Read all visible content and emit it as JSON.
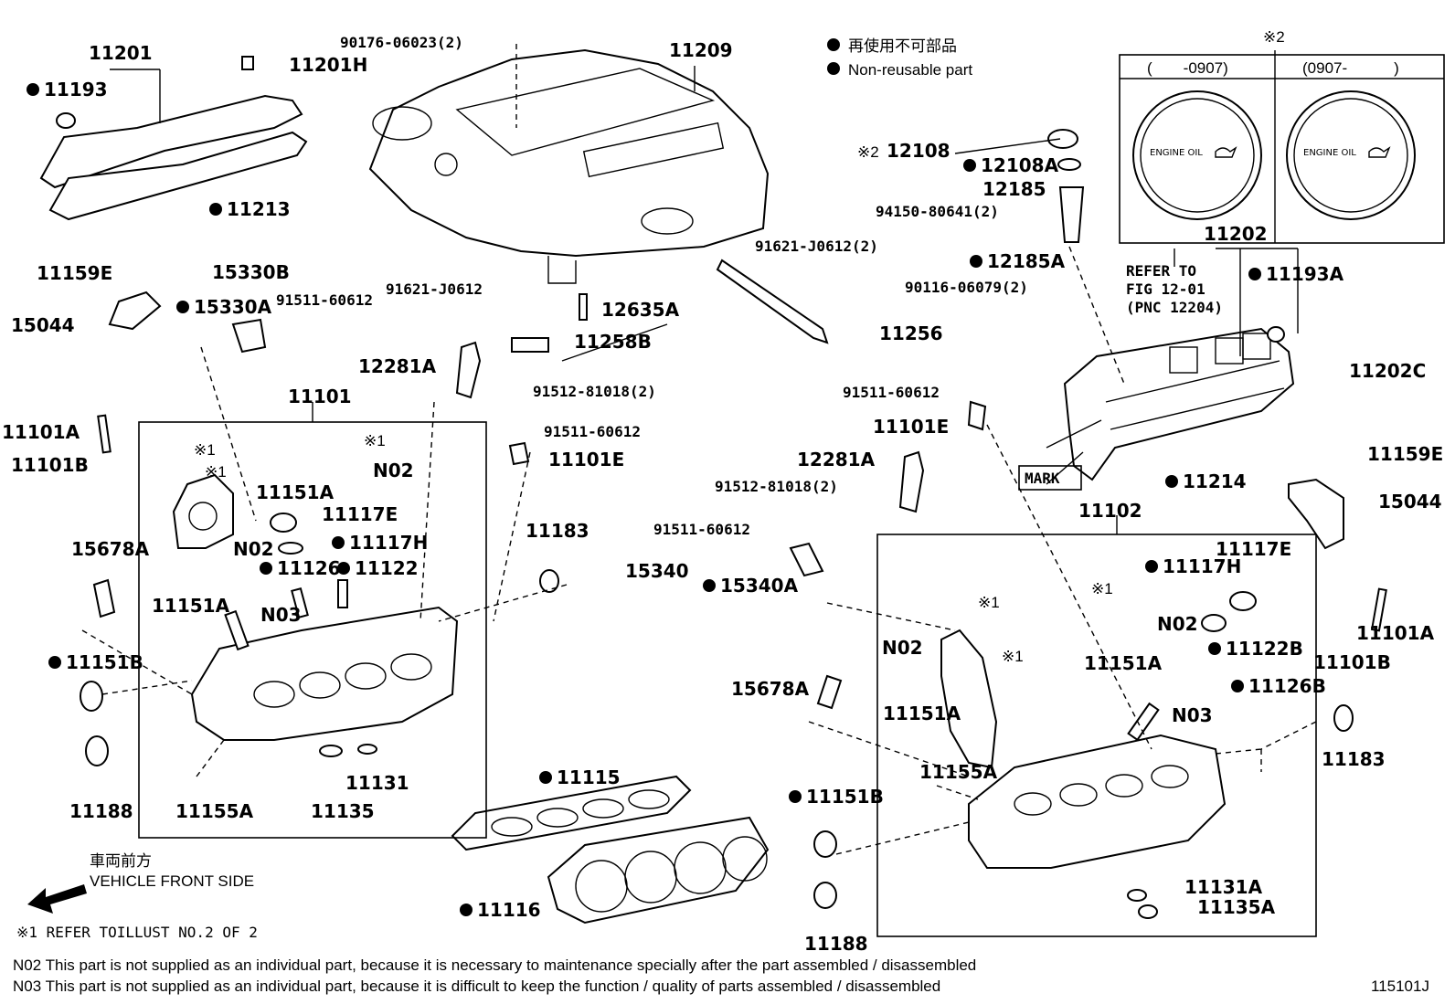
{
  "legend": {
    "non_reusable_jp": "再使用不可部品",
    "non_reusable_en": "Non-reusable part",
    "note2_mark": "※2"
  },
  "oil_cap_detail": {
    "left_range": "(　　-0907)",
    "right_range": "(0907-　　　)",
    "cap_text": "ENGINE OIL"
  },
  "labels": {
    "l11201": "11201",
    "l11193": "11193",
    "l11201H": "11201H",
    "l11213": "11213",
    "l90176": "90176-06023(2)",
    "l11209": "11209",
    "l12108": "12108",
    "l12108A": "12108A",
    "l12185": "12185",
    "l94150": "94150-80641(2)",
    "l11202": "11202",
    "l12185A": "12185A",
    "l90116": "90116-06079(2)",
    "l11193A": "11193A",
    "refer1": "REFER TO",
    "refer2": "FIG 12-01",
    "refer3": "(PNC 12204)",
    "l11159E_l": "11159E",
    "l15330B": "15330B",
    "l15044_l": "15044",
    "l15330A": "15330A",
    "l91511_a": "91511-60612",
    "l91621_a": "91621-J0612",
    "l12635A": "12635A",
    "l91621_b": "91621-J0612(2)",
    "l11258B": "11258B",
    "l11256": "11256",
    "l11202C": "11202C",
    "l12281A_l": "12281A",
    "l91512_a": "91512-81018(2)",
    "l91511_b": "91511-60612",
    "l11101E_r": "11101E",
    "mark": "MARK",
    "l11214": "11214",
    "l11101": "11101",
    "l11101A_l": "11101A",
    "l11101B_l": "11101B",
    "note1_mark": "※1",
    "l91511_c": "91511-60612",
    "l11101E_l": "11101E",
    "l12281A_r": "12281A",
    "l91512_b": "91512-81018(2)",
    "l11159E_r": "11159E",
    "l15044_r": "15044",
    "l11151A_a": "11151A",
    "lN02_a": "N02",
    "l11117E_l": "11117E",
    "lN02_b": "N02",
    "l11117H_l": "11117H",
    "l11126_l": "11126",
    "l11122_l": "11122",
    "l15678A_l": "15678A",
    "l11151A_b": "11151A",
    "lN03_l": "N03",
    "l11183_l": "11183",
    "l91511_d": "91511-60612",
    "l15340": "15340",
    "l15340A": "15340A",
    "l11102": "11102",
    "l11117H_r": "11117H",
    "l11117E_r": "11117E",
    "lN02_c": "N02",
    "lN02_d": "N02",
    "l11151A_c": "11151A",
    "l11101A_r": "11101A",
    "l11122B": "11122B",
    "l11101B_r": "11101B",
    "l15678A_r": "15678A",
    "l11151A_d": "11151A",
    "l11126B": "11126B",
    "lN03_r": "N03",
    "l11151B_l": "11151B",
    "l11183_r": "11183",
    "l11155A_r": "11155A",
    "l11115": "11115",
    "l11151B_r": "11151B",
    "l11188_l": "11188",
    "l11155A_l": "11155A",
    "l11135": "11135",
    "l11131": "11131",
    "l11131A": "11131A",
    "l11135A": "11135A",
    "l11116": "11116",
    "l11188_r": "11188"
  },
  "front": {
    "jp": "車両前方",
    "en": "VEHICLE FRONT SIDE"
  },
  "footnotes": {
    "note1": "※1  REFER TOILLUST NO.2 OF 2",
    "n02": "N02  This part is not supplied as an individual part, because it is necessary to maintenance specially after the part assembled / disassembled",
    "n03": "N03  This part is not supplied as an individual part, because it is difficult to keep the function / quality of parts  assembled / disassembled"
  },
  "figure_id": "115101J"
}
